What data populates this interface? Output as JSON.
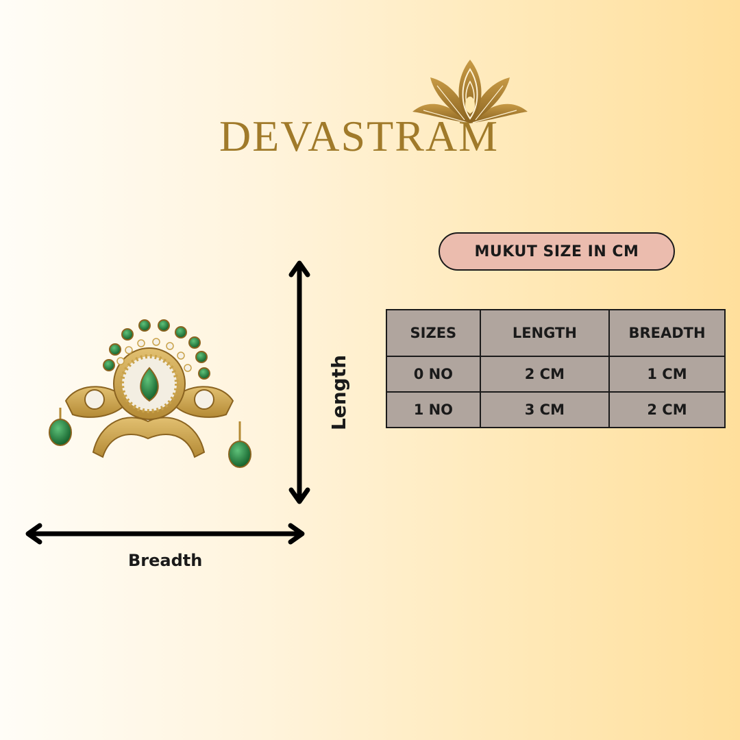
{
  "brand": {
    "name": "DEVASTRAM",
    "logo_icon": "lotus-icon",
    "color": "#a07a2a"
  },
  "size_heading": "MUKUT SIZE IN CM",
  "size_table": {
    "headers": [
      "SIZES",
      "LENGTH",
      "BREADTH"
    ],
    "rows": [
      [
        "0 NO",
        "2 CM",
        "1 CM"
      ],
      [
        "1 NO",
        "3 CM",
        "2 CM"
      ]
    ]
  },
  "dimension_labels": {
    "length": "Length",
    "breadth": "Breadth"
  },
  "colors": {
    "pill_bg": "#ebbcae",
    "table_bg": "#b0a59e",
    "gold": "#c9a24a",
    "emerald": "#1f7a3a"
  }
}
